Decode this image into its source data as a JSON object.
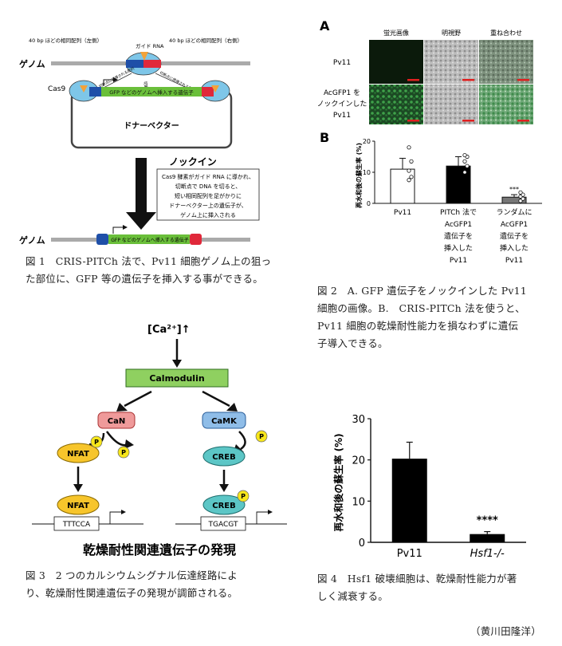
{
  "fig1": {
    "genome_label": "ゲノム",
    "left_homology": "40 bp ほどの相同配列（左側）",
    "right_homology": "40 bp ほどの相同配列（右側）",
    "guide_rna": "ガイド RNA",
    "cut_label_1": "切断点",
    "cut_label_2": "切断点に誘導される配列",
    "cut_label_3": "切断点に誘導される配列",
    "cas9": "Cas9",
    "donor_gene": "GFP などのゲノムへ挿入する遺伝子",
    "donor_vector": "ドナーベクター",
    "knockin": "ノックイン",
    "explanation": [
      "Cas9 酵素がガイド RNA に導かれ、",
      "切断点で DNA を切ると、",
      "短い相同配列を足がかりに",
      "ドナーベクター上の遺伝子が、",
      "ゲノム上に挿入される"
    ],
    "genome_label_bottom": "ゲノム",
    "inserted_gene": "GFP などのゲノムへ挿入する遺伝子",
    "caption": [
      "図 1　CRIS-PITCh 法で、Pv11 細胞ゲノム上の狙っ",
      "た部位に、GFP 等の遺伝子を挿入する事ができる。"
    ]
  },
  "fig2": {
    "panel_a": "A",
    "col_headers": [
      "蛍光画像",
      "明視野",
      "重ね合わせ"
    ],
    "row1_label": "Pv11",
    "row2_label": [
      "AcGFP1 を",
      "ノックインした",
      "Pv11"
    ],
    "panel_b": "B",
    "caption": [
      "図 2　A. GFP 遺伝子をノックインした Pv11",
      "細胞の画像。B.　CRIS-PITCh 法を使うと、",
      "Pv11 細胞の乾燥耐性能力を損なわずに遺伝",
      "子導入できる。"
    ]
  },
  "chart_b": {
    "type": "bar",
    "categories": [
      "Pv11",
      "PITCh 法で AcGFP1 遺伝子を 挿入した Pv11",
      "ランダムに AcGFP1 遺伝子を 挿入した Pv11"
    ],
    "category_lines": [
      [
        "Pv11"
      ],
      [
        "PITCh 法で",
        "AcGFP1",
        "遺伝子を",
        "挿入した",
        "Pv11"
      ],
      [
        "ランダムに",
        "AcGFP1",
        "遺伝子を",
        "挿入した",
        "Pv11"
      ]
    ],
    "values": [
      11,
      12,
      2
    ],
    "errors": [
      3.5,
      3,
      0.8
    ],
    "points": [
      [
        7.5,
        8.5,
        10.5,
        13.5,
        18
      ],
      [
        10,
        12,
        13.5,
        15,
        15.5
      ],
      [
        0.8,
        1.5,
        2.2,
        2.8,
        3.5
      ]
    ],
    "bar_colors": [
      "#ffffff",
      "#000000",
      "#777777"
    ],
    "annotations": [
      "",
      "",
      "***"
    ],
    "ylabel": "再水和後の蘇生率 (%)",
    "ylim": [
      0,
      20
    ],
    "yticks": [
      "0",
      "10",
      "20"
    ]
  },
  "fig3": {
    "calcium": "[Ca²⁺]↑",
    "calmodulin": "Calmodulin",
    "can": "CaN",
    "camk": "CaMK",
    "nfat": "NFAT",
    "creb": "CREB",
    "p": "P",
    "nfat_site": "TTTCCA",
    "creb_site": "TGACGT",
    "title": "乾燥耐性関連遺伝子の発現",
    "caption": [
      "図 3　2 つのカルシウムシグナル伝達経路によ",
      "り、乾燥耐性関連遺伝子の発現が調節される。"
    ]
  },
  "chart_4": {
    "type": "bar",
    "categories": [
      "Pv11",
      "Hsf1-/-"
    ],
    "values": [
      20.3,
      2.0
    ],
    "errors": [
      4.0,
      0.6
    ],
    "annotations": [
      "",
      "****"
    ],
    "ylabel": "再水和後の蘇生率 (%)",
    "ylim": [
      0,
      30
    ],
    "yticks": [
      "0",
      "10",
      "20",
      "30"
    ],
    "caption": [
      "図 4　Hsf1 破壊細胞は、乾燥耐性能力が著",
      "しく減衰する。"
    ]
  },
  "author": "（黄川田隆洋）"
}
